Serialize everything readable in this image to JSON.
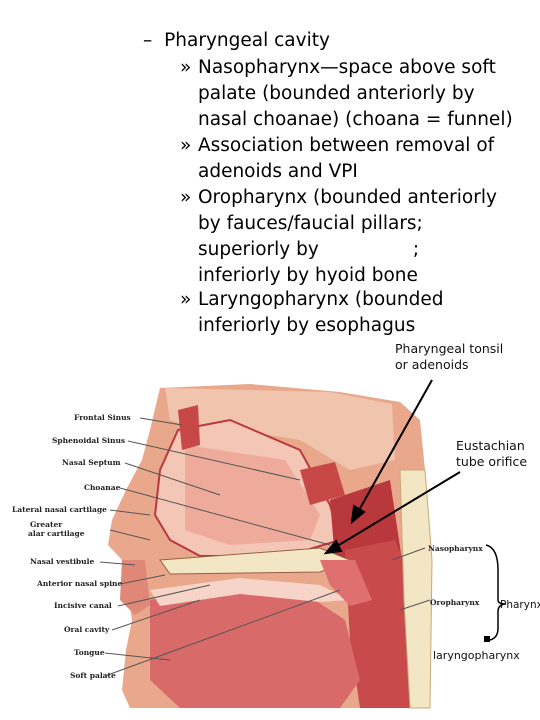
{
  "bullets": {
    "l1": {
      "marker": "–",
      "text": "Pharyngeal cavity"
    },
    "items": [
      {
        "marker": "»",
        "lines": [
          "Nasopharynx—space above soft",
          "palate (bounded anteriorly by",
          "nasal choanae) (choana = funnel)"
        ]
      },
      {
        "marker": "»",
        "lines": [
          "Association between removal of",
          "adenoids and VPI"
        ]
      },
      {
        "marker": "»",
        "lines": [
          "Oropharynx (bounded anteriorly",
          "by fauces/faucial pillars;",
          "superiorly by                ;",
          "inferiorly by hyoid bone"
        ]
      },
      {
        "marker": "»",
        "lines": [
          "Laryngopharynx (bounded",
          "inferiorly by esophagus"
        ]
      }
    ]
  },
  "callouts": {
    "pharyngeal_tonsil": [
      "Pharyngeal tonsil",
      "or adenoids"
    ],
    "eustachian": [
      "Eustachian",
      "tube orifice"
    ],
    "pharynx": "Pharynx",
    "laryngopharynx": "laryngopharynx"
  },
  "figure_labels": {
    "left": [
      "Frontal Sinus",
      "Sphenoidal Sinus",
      "Nasal Septum",
      "Choanae",
      "Lateral nasal cartilage",
      "Greater",
      "alar cartilage",
      "Nasal vestibule",
      "Anterior nasal spine",
      "Incisive canal",
      "Oral cavity",
      "Tongue",
      "Soft palate"
    ],
    "right": [
      "Nasopharynx",
      "Oropharynx"
    ]
  },
  "colors": {
    "skin": "#e9a88c",
    "mucosa": "#e07070",
    "deep": "#b8383c",
    "cavity": "#f4c6b6",
    "bone": "#f3e6c4",
    "line": "#000000"
  }
}
